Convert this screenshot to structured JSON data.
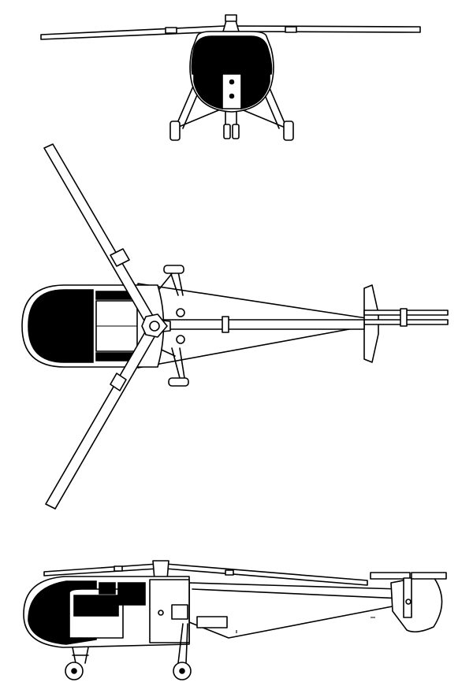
{
  "figure": {
    "views": [
      "front",
      "top",
      "side"
    ],
    "colors": {
      "ink": "#000000",
      "paper": "#ffffff"
    }
  }
}
